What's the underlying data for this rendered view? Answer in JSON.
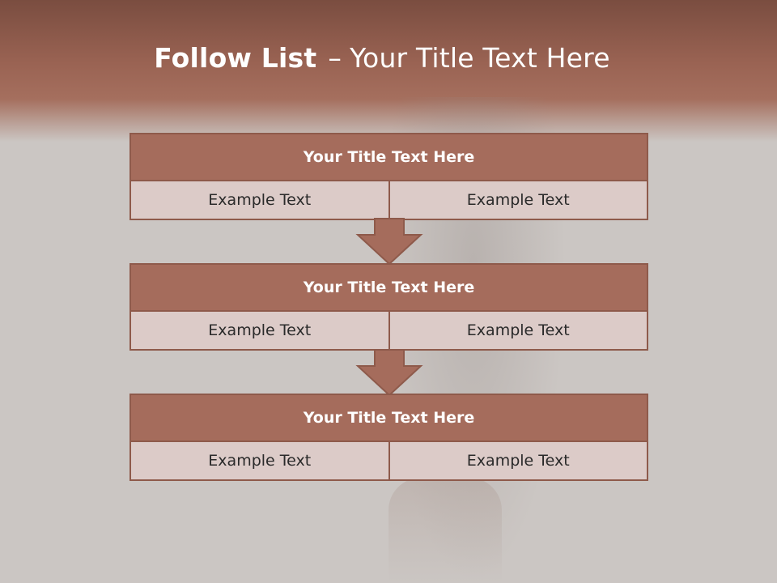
{
  "title": {
    "bold": "Follow List",
    "separator": "–",
    "rest": "Your Title Text Here"
  },
  "steps": [
    {
      "title": "Your Title Text Here",
      "left": "Example Text",
      "right": "Example Text"
    },
    {
      "title": "Your Title Text Here",
      "left": "Example Text",
      "right": "Example Text"
    },
    {
      "title": "Your Title Text Here",
      "left": "Example Text",
      "right": "Example Text"
    }
  ],
  "colors": {
    "header": "#a56c5c",
    "cell": "#dccbc8",
    "border": "#8e5a4b",
    "background": "#cbc6c3"
  }
}
